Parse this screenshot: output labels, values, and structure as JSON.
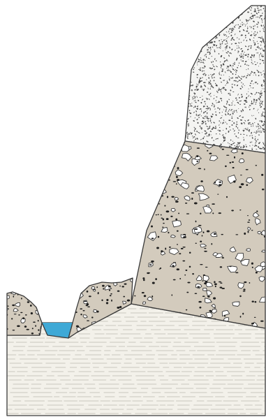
{
  "colors": {
    "outline": "#3a3a3a",
    "bedrock_fill": "#f3f1ea",
    "bedrock_lines": "#c9c6bd",
    "talus_fill": "#d3cbbd",
    "talus_fleck": "#1f1f1f",
    "talus_clast": "#ffffff",
    "cliff_fill": "#f4f4f2",
    "cliff_stipple": "#4a4a4a",
    "water": "#3fa9d6"
  },
  "layers": [
    {
      "id": "bedrock",
      "label": ""
    },
    {
      "id": "talus-apron",
      "label": ""
    },
    {
      "id": "cliff-rock",
      "label": ""
    },
    {
      "id": "stream",
      "label": ""
    }
  ]
}
